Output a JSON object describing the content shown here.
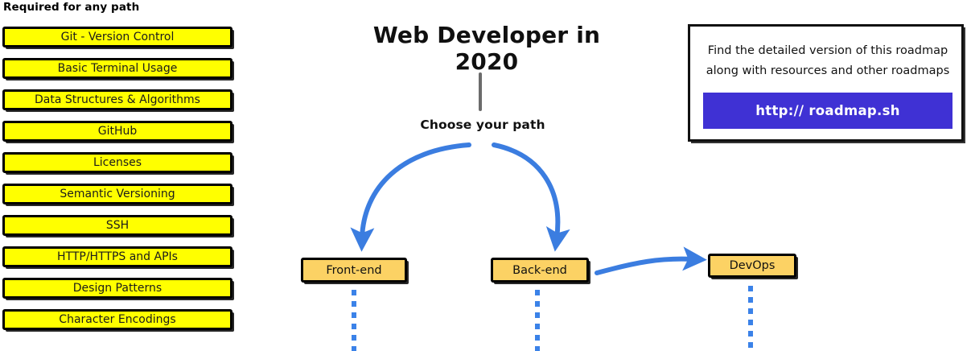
{
  "colors": {
    "required_box_fill": "#FFFF00",
    "path_box_fill": "#FCD264",
    "arrow_blue": "#3B7DE0",
    "dot_blue": "#3B82E8",
    "link_button_bg": "#3F31D4",
    "trunk_gray": "#6B6B6B",
    "outline_black": "#000000"
  },
  "required": {
    "heading": "Required for any path",
    "items": [
      {
        "label": "Git - Version Control"
      },
      {
        "label": "Basic Terminal Usage"
      },
      {
        "label": "Data Structures & Algorithms"
      },
      {
        "label": "GitHub"
      },
      {
        "label": "Licenses"
      },
      {
        "label": "Semantic Versioning"
      },
      {
        "label": "SSH"
      },
      {
        "label": "HTTP/HTTPS and APIs"
      },
      {
        "label": "Design Patterns"
      },
      {
        "label": "Character Encodings"
      }
    ]
  },
  "center": {
    "title": "Web Developer in 2020",
    "choose_path_label": "Choose your path",
    "paths": [
      {
        "label": "Front-end"
      },
      {
        "label": "Back-end"
      },
      {
        "label": "DevOps"
      }
    ]
  },
  "info": {
    "line1": "Find the detailed version of this roadmap",
    "line2": "along with resources and other roadmaps",
    "link_label": "http:// roadmap.sh"
  }
}
